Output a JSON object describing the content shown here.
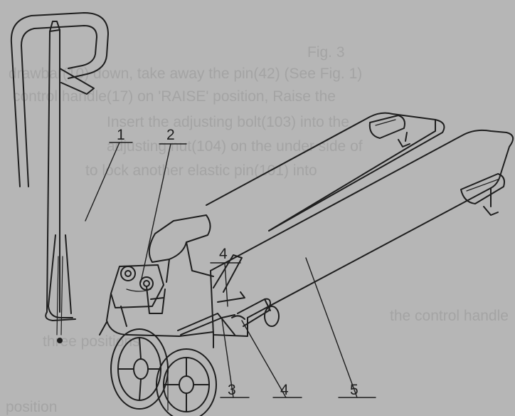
{
  "figure": {
    "bleed_through": [
      "Fig. 3",
      "drawbar(10) down, take away the pin(42) (See Fig. 1)",
      "control handle(17) on 'RAISE' position, Raise the",
      "Insert the adjusting bolt(103) into the",
      "adjusting nut(104) on the under side of",
      "to lock another elastic pin(101) into",
      "the control handle",
      "three positions",
      "position"
    ],
    "callouts": [
      "1",
      "2",
      "3",
      "4",
      "4",
      "5"
    ],
    "parts": [
      "tiller-handle",
      "lever-mechanism",
      "release-linkage",
      "fork-frame",
      "load-rollers",
      "steer-wheels"
    ]
  }
}
